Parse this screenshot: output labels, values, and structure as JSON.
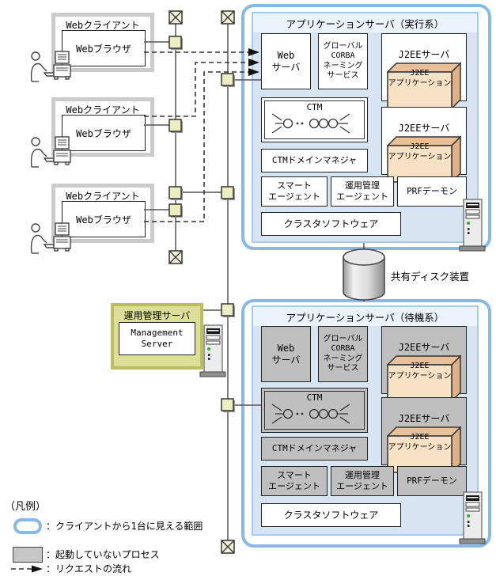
{
  "client": {
    "title": "Webクライアント",
    "browser": "Webブラウザ"
  },
  "active": {
    "title": "アプリケーションサーバ（実行系）"
  },
  "standby": {
    "title": "アプリケーションサーバ（待機系）"
  },
  "comp": {
    "web": "Web\nサーバ",
    "corba": "グローバル\nCORBA\nネーミング\nサービス",
    "j2ee_server": "J2EEサーバ",
    "j2ee_app": "J2EE\nアプリケーション",
    "ctm": "CTM",
    "ctm_domain": "CTMドメインマネジャ",
    "smart": "スマート\nエージェント",
    "ops": "運用管理\nエージェント",
    "prf": "PRFデーモン",
    "cluster": "クラスタソフトウェア"
  },
  "mgmt": {
    "title": "運用管理サーバ",
    "product": "Management\nServer"
  },
  "disk": {
    "label": "共有ディスク装置"
  },
  "legend": {
    "title": "（凡例）",
    "scope": "：クライアントから1台に見える範囲",
    "stopped": "：起動していないプロセス",
    "request": "：リクエストの流れ"
  },
  "colors": {
    "scope_border": "#85b9e8",
    "panel_fill": "#d7e5f3",
    "panel_band": "#ebf3fc",
    "stopped_fill": "#bfbfbf",
    "app_face": "#f7e2c6",
    "app_top": "#e9c098",
    "app_side": "#dfb284",
    "mgmt_fill": "#dcdf97",
    "mgmt_border": "#bcbf5e",
    "connector_fill": "#ededc2"
  }
}
